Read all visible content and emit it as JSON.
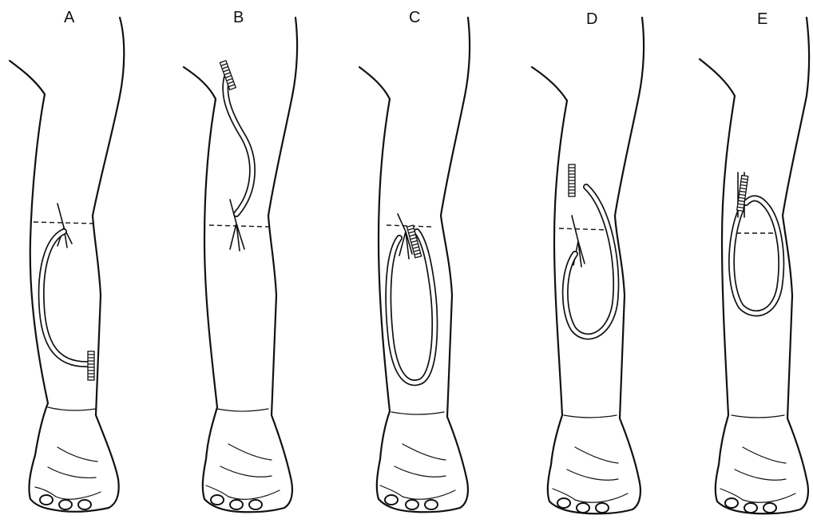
{
  "figure": {
    "panels": [
      {
        "id": "A",
        "label": "A"
      },
      {
        "id": "B",
        "label": "B"
      },
      {
        "id": "C",
        "label": "C"
      },
      {
        "id": "D",
        "label": "D"
      },
      {
        "id": "E",
        "label": "E"
      }
    ],
    "colors": {
      "ink": "#111111",
      "paper": "#ffffff"
    }
  }
}
